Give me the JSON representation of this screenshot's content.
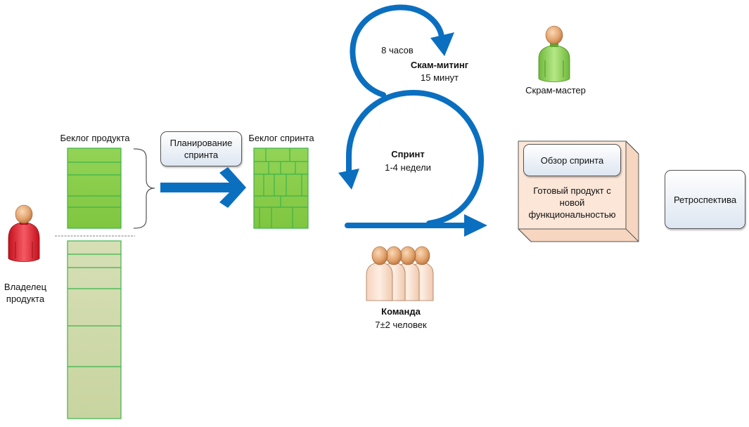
{
  "colors": {
    "flow_blue": "#0b6fc0",
    "backlog_green": "#8ccf4a",
    "backlog_green_border": "#3cb44b",
    "future_backlog": "#cfd8aa",
    "owner_red": "#e0202c",
    "master_green": "#8fd14f",
    "team_skin": "#f8dcc8",
    "product_box": "#fbe4d4"
  },
  "product_owner": {
    "label_line1": "Владелец",
    "label_line2": "продукта",
    "icon": "person-red-icon"
  },
  "product_backlog": {
    "title": "Беклог продукта"
  },
  "sprint_planning": {
    "label_line1": "Планирование",
    "label_line2": "спринта"
  },
  "sprint_backlog": {
    "title": "Беклог спринта"
  },
  "daily_scrum": {
    "interval": "8 часов",
    "title": "Скам-митинг",
    "duration": "15 минут"
  },
  "sprint": {
    "title": "Спринт",
    "duration": "1-4 недели"
  },
  "team": {
    "title": "Команда",
    "size": "7±2 человек",
    "icon": "team-icon"
  },
  "scrum_master": {
    "label": "Скрам-мастер",
    "icon": "person-green-icon"
  },
  "sprint_review": {
    "label": "Обзор спринта"
  },
  "product_increment": {
    "line1": "Готовый продукт с",
    "line2": "новой",
    "line3": "функциональностью"
  },
  "retrospective": {
    "label": "Ретроспектива"
  }
}
